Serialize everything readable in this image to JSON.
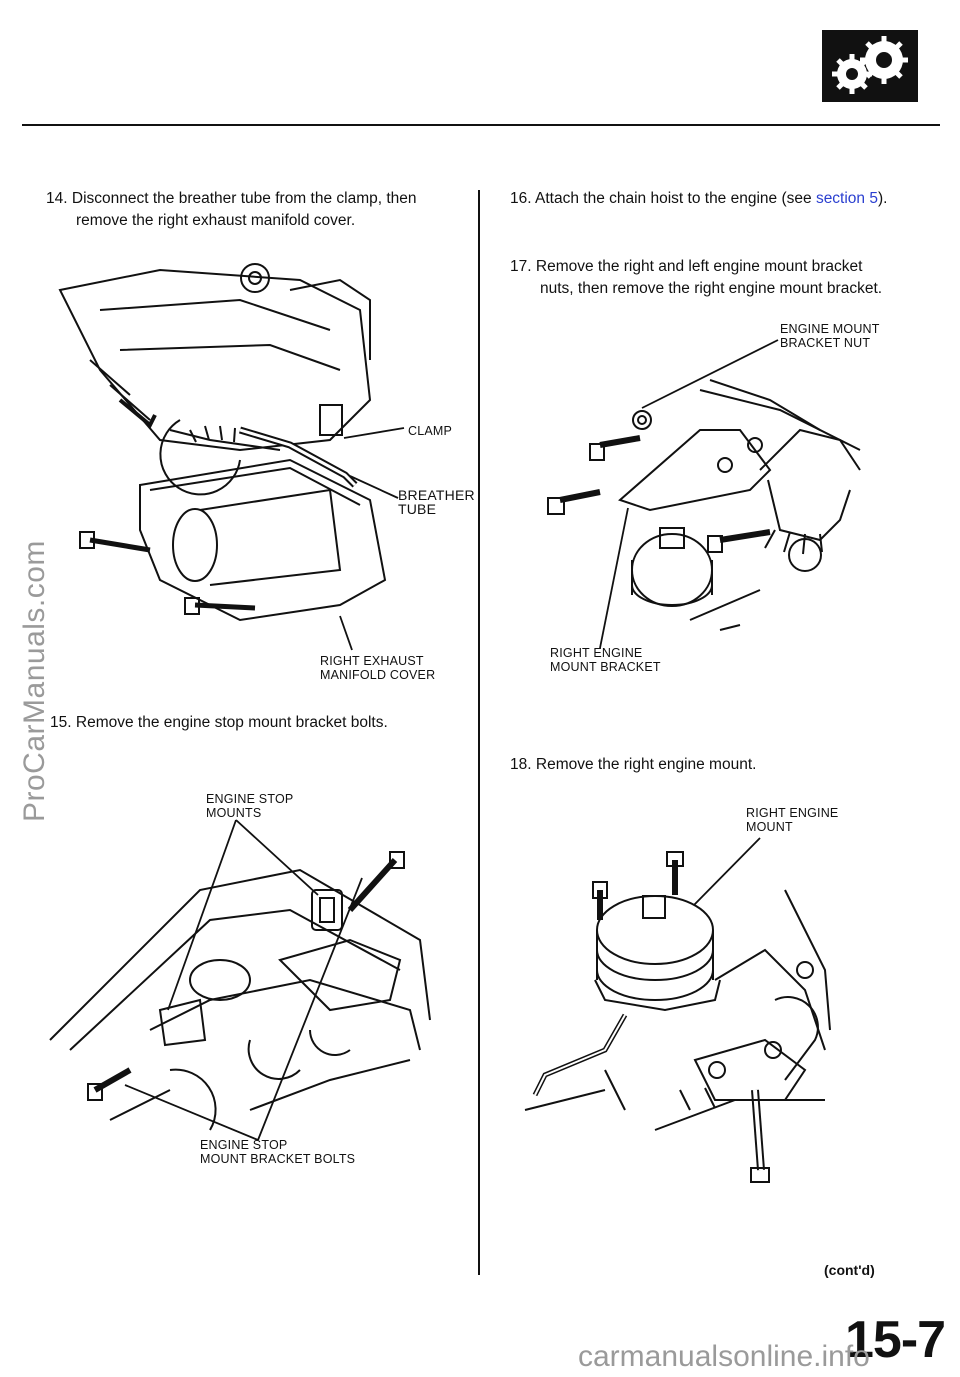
{
  "steps": {
    "s14": {
      "num": "14.",
      "line1": "Disconnect the breather tube from the clamp, then",
      "line2": "remove the right exhaust manifold cover."
    },
    "s15": {
      "num": "15.",
      "line1": "Remove the engine stop mount bracket bolts."
    },
    "s16": {
      "num": "16.",
      "pre": "Attach the chain hoist to the engine (see ",
      "link": "section 5",
      "post": ")."
    },
    "s17": {
      "num": "17.",
      "line1": "Remove the right and left engine mount bracket",
      "line2": "nuts, then remove the right engine mount bracket."
    },
    "s18": {
      "num": "18.",
      "line1": "Remove the right engine mount."
    }
  },
  "labels": {
    "clamp": "CLAMP",
    "breather_1": "BREATHER",
    "breather_2": "TUBE",
    "exhaust_1": "RIGHT EXHAUST",
    "exhaust_2": "MANIFOLD COVER",
    "stop_mounts_1": "ENGINE STOP",
    "stop_mounts_2": "MOUNTS",
    "stop_bolts_1": "ENGINE STOP",
    "stop_bolts_2": "MOUNT BRACKET BOLTS",
    "mount_nut_1": "ENGINE MOUNT",
    "mount_nut_2": "BRACKET  NUT",
    "mount_bracket_1": "RIGHT ENGINE",
    "mount_bracket_2": "MOUNT BRACKET",
    "engine_mount_1": "RIGHT ENGINE",
    "engine_mount_2": "MOUNT"
  },
  "footer": {
    "contd": "(cont'd)",
    "page_number": "15-7",
    "site_url": "carmanualsonline.info"
  },
  "watermark": "ProCarManuals.com",
  "icons": {
    "header": "gears-icon"
  }
}
